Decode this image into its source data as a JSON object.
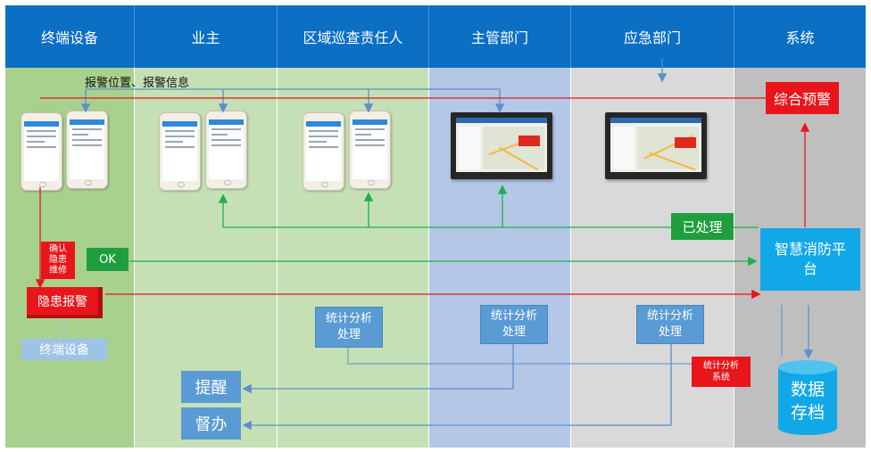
{
  "lanes": [
    {
      "label": "终端设备",
      "color": "#a9d18e"
    },
    {
      "label": "业主",
      "color": "#c5e0b4"
    },
    {
      "label": "区域巡查责任人",
      "color": "#c5e0b4"
    },
    {
      "label": "主管部门",
      "color": "#b4c7e7"
    },
    {
      "label": "应急部门",
      "color": "#d9d9d9"
    },
    {
      "label": "系统",
      "color": "#bfbfbf"
    }
  ],
  "labels": {
    "alarm_info": "报警位置、报警信息",
    "confirm": "确认\n隐患\n维修",
    "ok": "OK",
    "hazard_alarm": "隐患报警",
    "terminal_device": "终端设备",
    "comprehensive_alert": "综合预警",
    "processed": "已处理",
    "platform": "智慧消防平台",
    "stat_owner": "统计分析\n处理",
    "stat_dept": "统计分析\n处理",
    "stat_emergency": "统计分析\n处理",
    "stat_system": "统计分析\n系统",
    "remind": "提醒",
    "supervise": "督办",
    "storage": "数据\n存档"
  },
  "colors": {
    "header": "#0b6fc4",
    "alert_red": "#e8151a",
    "ok_green": "#1f9e3e",
    "platform_blue": "#11a8e8",
    "stat_blue": "#5a9bd5",
    "arrow_blue": "#5b8fcf",
    "arrow_red": "#e8151a",
    "arrow_green": "#1eb04a"
  }
}
